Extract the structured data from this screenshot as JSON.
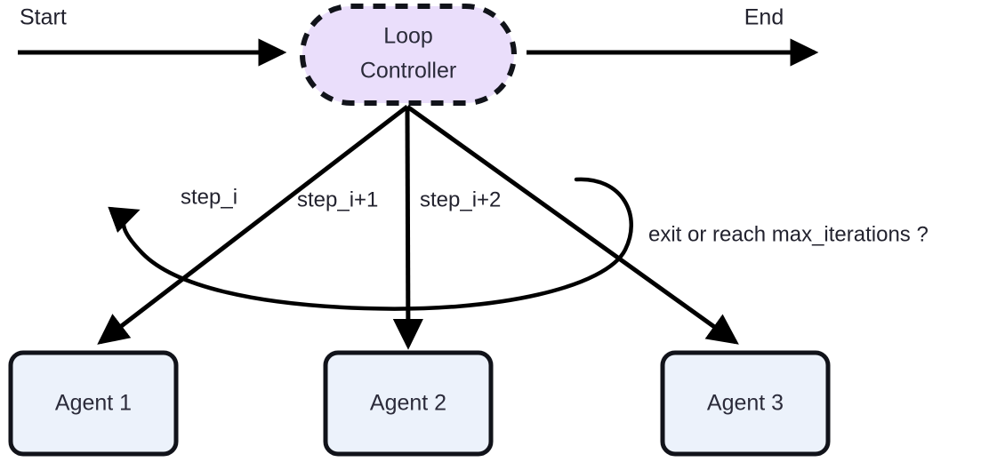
{
  "diagram": {
    "type": "flowchart",
    "title": "Loop Controller agent orchestration flow",
    "background_color": "#ffffff",
    "terminals": {
      "start_label": "Start",
      "end_label": "End"
    },
    "controller": {
      "label_line1": "Loop",
      "label_line2": "Controller",
      "shape": "stadium",
      "border_style": "dashed",
      "fill_color": "#eadefb",
      "border_color": "#11131a"
    },
    "agents": [
      {
        "label": "Agent 1",
        "fill_color": "#ecf2fb",
        "border_color": "#11131a"
      },
      {
        "label": "Agent 2",
        "fill_color": "#ecf2fb",
        "border_color": "#11131a"
      },
      {
        "label": "Agent 3",
        "fill_color": "#ecf2fb",
        "border_color": "#11131a"
      }
    ],
    "edge_labels": {
      "step_1": "step_i",
      "step_2": "step_i+1",
      "step_3": "step_i+2",
      "feedback": "exit or reach max_iterations ?"
    },
    "edge_color": "#000000"
  }
}
